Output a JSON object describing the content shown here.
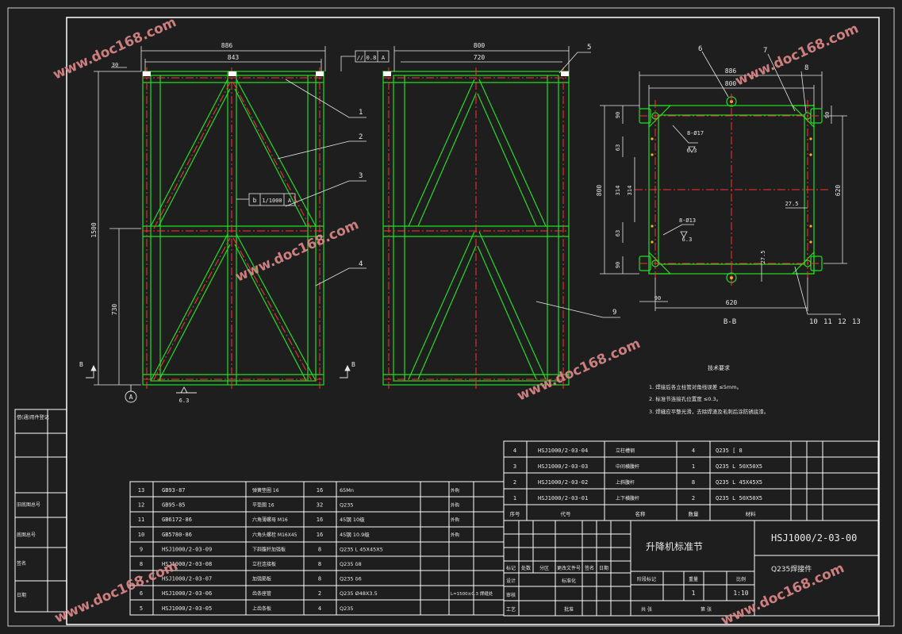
{
  "drawing": {
    "title_cn": "升降机标准节",
    "drawing_no": "HSJ1000/2-03-00",
    "material_note": "Q235焊接件",
    "quantity": "1",
    "scale": "1:10",
    "section_label": "B-B",
    "section_marker": "B",
    "datum_label": "A",
    "roughness": "6.3"
  },
  "dims": {
    "front_886": "886",
    "front_843": "843",
    "front_30": "30",
    "front_1500": "1500",
    "front_730": "730",
    "side_800": "800",
    "side_720": "720",
    "plan_886": "886",
    "plan_800": "800",
    "plan_800v": "800",
    "plan_620v": "620",
    "plan_620h": "620",
    "plan_90a": "90",
    "plan_90b": "90",
    "plan_90c": "90",
    "plan_90d": "90",
    "plan_63a": "63",
    "plan_63b": "63",
    "plan_314": "314",
    "plan_314b": "314",
    "plan_275a": "27.5",
    "plan_275b": "27.5",
    "holes_top": "8-Ø17",
    "holes_mid": "8-Ø13"
  },
  "tolerances": {
    "flatness_sym": "//",
    "flatness_val": "0.8",
    "flatness_ref": "A",
    "perp_sym": "b",
    "perp_val": "1/1000",
    "perp_ref": "A"
  },
  "balloons": [
    "1",
    "2",
    "3",
    "4",
    "5",
    "6",
    "7",
    "8",
    "9",
    "10",
    "11",
    "12",
    "13"
  ],
  "notes": {
    "title": "技术要求",
    "items": [
      "1. 焊接后各立柱管对角线误差 ≤5mm。",
      "2. 标准节连接孔位置度 ≤0.3。",
      "3. 焊缝应平整光滑，去除焊渣及毛刺后涂防锈底漆。"
    ]
  },
  "bom_right": [
    {
      "seq": "4",
      "code": "HSJ1000/2-03-04",
      "name": "立柱槽钢",
      "qty": "4",
      "mat": "Q235 [ 8"
    },
    {
      "seq": "3",
      "code": "HSJ1000/2-03-03",
      "name": "中间横腹杆",
      "qty": "1",
      "mat": "Q235 L 50X50X5"
    },
    {
      "seq": "2",
      "code": "HSJ1000/2-03-02",
      "name": "上斜腹杆",
      "qty": "8",
      "mat": "Q235 L 45X45X5"
    },
    {
      "seq": "1",
      "code": "HSJ1000/2-03-01",
      "name": "上下横腹杆",
      "qty": "2",
      "mat": "Q235 L 50X50X5"
    }
  ],
  "bom_right_header": {
    "seq": "序号",
    "code": "代号",
    "name": "名称",
    "qty": "数量",
    "mat": "材料"
  },
  "bom_left": [
    {
      "seq": "13",
      "code": "GB93-87",
      "name": "弹簧垫圈  16",
      "qty": "16",
      "mat": "65Mn",
      "note": "外购"
    },
    {
      "seq": "12",
      "code": "GB95-85",
      "name": "平垫圈  16",
      "qty": "32",
      "mat": "Q235",
      "note": "外购"
    },
    {
      "seq": "11",
      "code": "GB6172-86",
      "name": "六角薄螺母  M16",
      "qty": "16",
      "mat": "45钢  10级",
      "note": "外购"
    },
    {
      "seq": "10",
      "code": "GB5780-86",
      "name": "六角头螺栓  M16X45",
      "qty": "16",
      "mat": "45钢  10.9级",
      "note": "外购"
    },
    {
      "seq": "9",
      "code": "HSJ1000/2-03-09",
      "name": "下斜腹杆加强板",
      "qty": "8",
      "mat": "Q235 L 45X45X5",
      "note": ""
    },
    {
      "seq": "8",
      "code": "HSJ1000/2-03-08",
      "name": "立柱连接板",
      "qty": "8",
      "mat": "Q235 δ8",
      "note": ""
    },
    {
      "seq": "7",
      "code": "HSJ1000/2-03-07",
      "name": "加强筋板",
      "qty": "8",
      "mat": "Q235 δ6",
      "note": ""
    },
    {
      "seq": "6",
      "code": "HSJ1000/2-03-06",
      "name": "齿条座管",
      "qty": "2",
      "mat": "Q235  Ø48X3.5",
      "note": "L=1500±0.3  焊缝处"
    },
    {
      "seq": "5",
      "code": "HSJ1000/2-03-05",
      "name": "上齿条板",
      "qty": "4",
      "mat": "Q235",
      "note": ""
    }
  ],
  "left_strip": [
    "借(通)用件登记",
    "旧底图总号",
    "底图总号",
    "签名",
    "日期"
  ],
  "title_block": {
    "row_labels": [
      "标记",
      "处数",
      "分区",
      "更改文件号",
      "签名",
      "日期"
    ],
    "design": "设计",
    "check": "审核",
    "process": "工艺",
    "approve": "批准",
    "std": "标准化",
    "stage": "阶段标记",
    "weight": "重量",
    "scale_lbl": "比例",
    "sheet": "共   张",
    "sheet2": "第   张"
  },
  "watermark": "www.doc168.com",
  "colors": {
    "frame": "#ffffff",
    "part": "#22dd22",
    "center": "#ff3333",
    "dim": "#e8e8e8",
    "bg": "#1e1e1e"
  }
}
